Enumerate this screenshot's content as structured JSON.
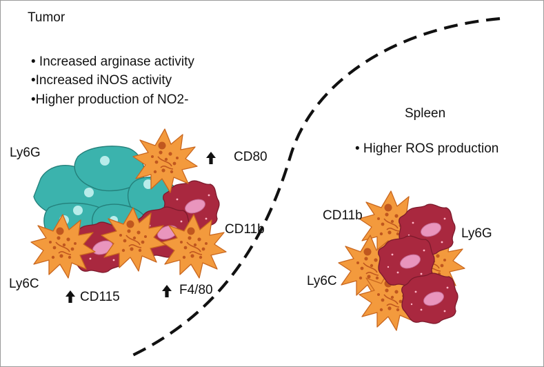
{
  "regions": {
    "tumor": {
      "title": "Tumor",
      "bullets": [
        "• Increased arginase activity",
        "•Increased iNOS activity",
        "•Higher production of NO2-"
      ],
      "labels": {
        "ly6g": "Ly6G",
        "ly6c": "Ly6C",
        "cd11b": "CD11b",
        "cd80": "CD80",
        "cd115": "CD115",
        "f480": "F4/80"
      },
      "upregulated_markers": [
        "CD80",
        "CD115",
        "F4/80"
      ]
    },
    "spleen": {
      "title": "Spleen",
      "bullets": [
        "• Higher ROS production"
      ],
      "labels": {
        "cd11b": "CD11b",
        "ly6g": "Ly6G",
        "ly6c": "Ly6C"
      }
    }
  },
  "colors": {
    "neutrophil_fill": "#3bb3ad",
    "neutrophil_nucleus": "#b8ecea",
    "monocyte_fill": "#f39a3d",
    "monocyte_dots": "#c0571f",
    "macrophage_fill": "#a9283f",
    "macrophage_nucleus": "#e995bd",
    "divider": "#111111"
  },
  "icons": {
    "up_arrow": "arrow-up-icon"
  }
}
